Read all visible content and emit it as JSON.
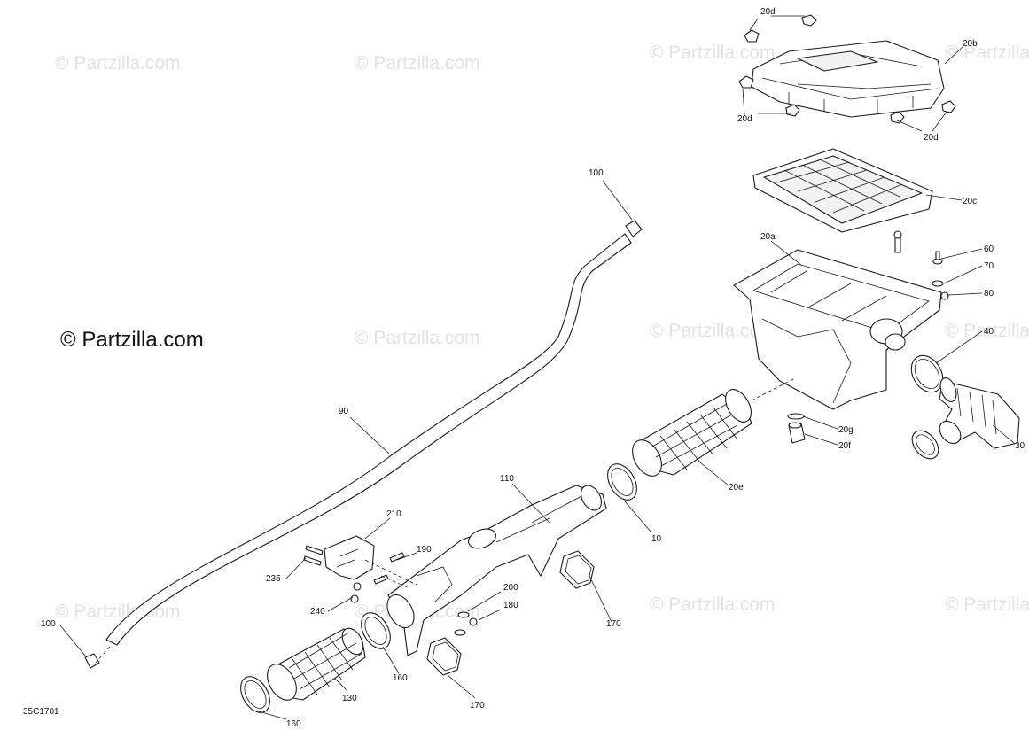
{
  "watermark": {
    "text": "© Partzilla.com"
  },
  "copyright": {
    "text": "© Partzilla.com"
  },
  "diagram_code": "35C1701",
  "callouts": {
    "c20d_a": "20d",
    "c20d_b": "20d",
    "c20d_c": "20d",
    "c20b": "20b",
    "c20c": "20c",
    "c20a": "20a",
    "c60": "60",
    "c70": "70",
    "c80": "80",
    "c40": "40",
    "c20g": "20g",
    "c20f": "20f",
    "c30": "30",
    "c20e": "20e",
    "c100_top": "100",
    "c100_bot": "100",
    "c90": "90",
    "c110": "110",
    "c10": "10",
    "c210": "210",
    "c190": "190",
    "c235": "235",
    "c200": "200",
    "c180": "180",
    "c240": "240",
    "c170_a": "170",
    "c170_b": "170",
    "c130": "130",
    "c160_a": "160",
    "c160_b": "160"
  }
}
